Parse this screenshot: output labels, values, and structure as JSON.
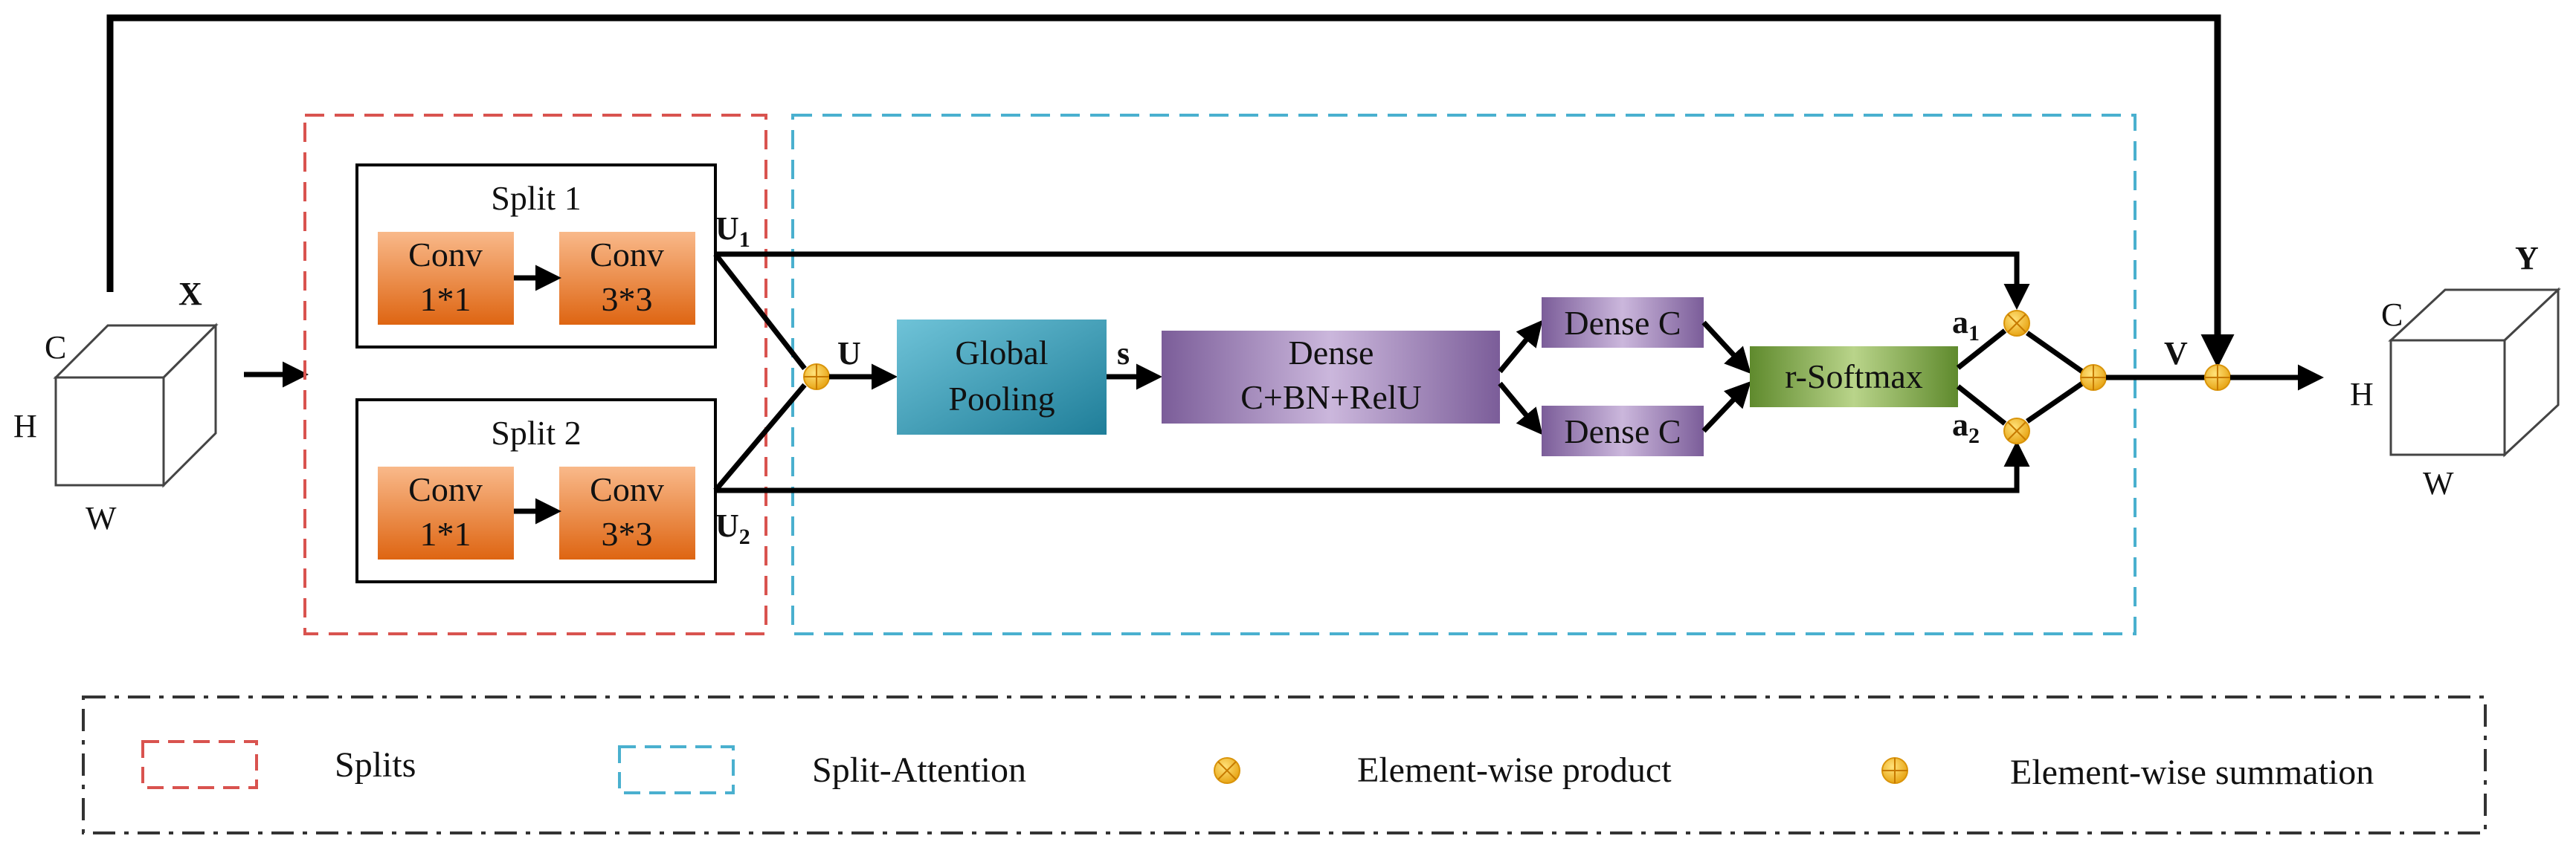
{
  "input": {
    "name": "X",
    "c": "C",
    "h": "H",
    "w": "W"
  },
  "output": {
    "name": "Y",
    "c": "C",
    "h": "H",
    "w": "W"
  },
  "splits": [
    {
      "title": "Split 1",
      "conv_a": [
        "Conv",
        "1*1"
      ],
      "conv_b": [
        "Conv",
        "3*3"
      ],
      "out": "U",
      "out_sub": "1"
    },
    {
      "title": "Split 2",
      "conv_a": [
        "Conv",
        "1*1"
      ],
      "conv_b": [
        "Conv",
        "3*3"
      ],
      "out": "U",
      "out_sub": "2"
    }
  ],
  "attention": {
    "u_label": "U",
    "s_label": "s",
    "global_pooling": [
      "Global",
      "Pooling"
    ],
    "dense": [
      "Dense",
      "C+BN+RelU"
    ],
    "dense_c_1": "Dense C",
    "dense_c_2": "Dense C",
    "softmax": "r-Softmax",
    "a1": "a",
    "a1_sub": "1",
    "a2": "a",
    "a2_sub": "2",
    "v_label": "V"
  },
  "legend": {
    "splits": "Splits",
    "split_attention": "Split-Attention",
    "product": "Element-wise product",
    "summation": "Element-wise summation"
  },
  "colors": {
    "splits_border": "#d9534f",
    "attention_border": "#4ab0cf",
    "conv_top": "#f7b27d",
    "conv_bottom": "#e06a15",
    "pooling": "#2c8ea8",
    "dense": "#8a6aa6",
    "dense_c": "#8c6fa8",
    "softmax": "#6f9a3a",
    "node": "#f3b928"
  }
}
